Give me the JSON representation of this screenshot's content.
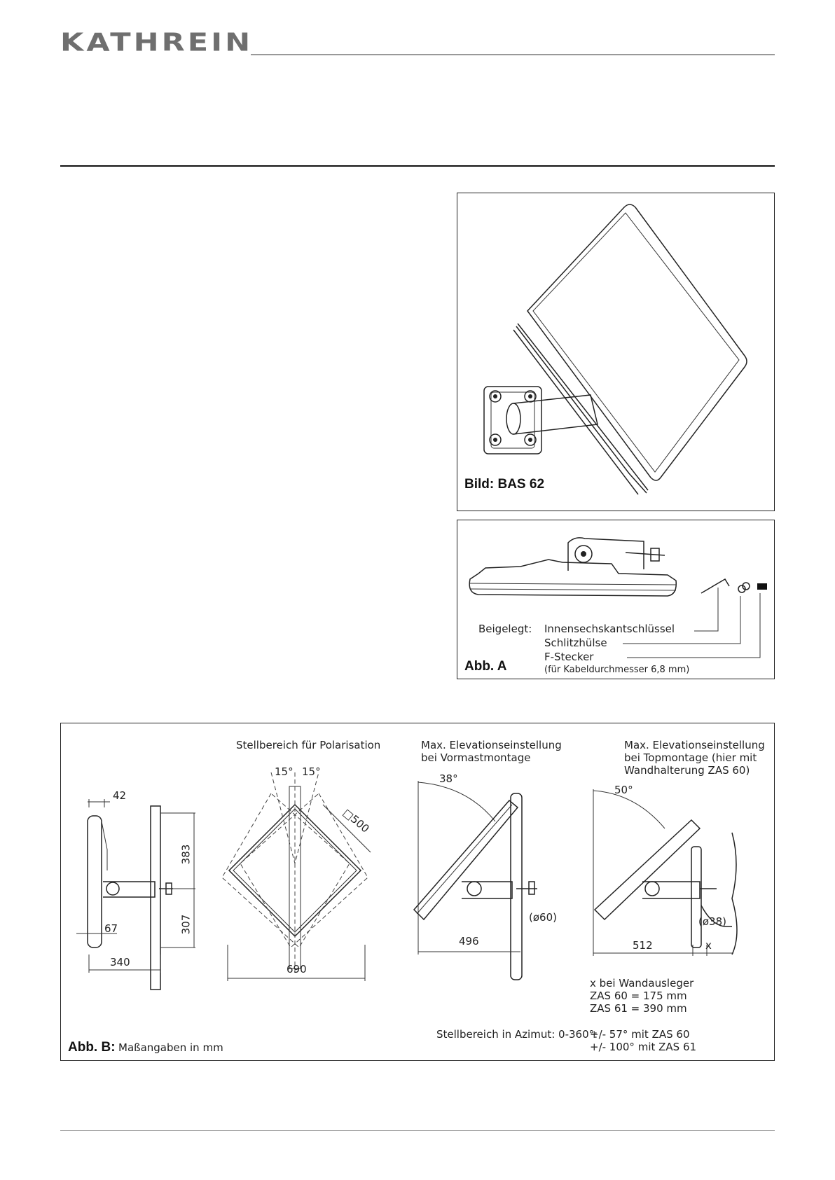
{
  "header": {
    "logo_text": "KATHREIN"
  },
  "figures": {
    "bas62": {
      "caption": "Bild: BAS 62"
    },
    "abb_a": {
      "caption": "Abb. A",
      "included_label": "Beigelegt:",
      "items": [
        "Innensechskantschlüssel",
        "Schlitzhülse",
        "F-Stecker"
      ],
      "note": "(für Kabeldurchmesser 6,8 mm)"
    },
    "abb_b": {
      "caption_bold": "Abb. B:",
      "caption_text": "Maßangaben in mm",
      "side_view": {
        "dim_42": "42",
        "dim_383": "383",
        "dim_307": "307",
        "dim_67": "67",
        "dim_340": "340"
      },
      "polarisation": {
        "title": "Stellbereich für Polarisation",
        "angle_left": "15°",
        "angle_right": "15°",
        "size": "□500",
        "width": "690"
      },
      "pre_mast": {
        "title_line1": "Max. Elevationseinstellung",
        "title_line2": "bei Vormastmontage",
        "angle": "38°",
        "diameter": "(ø60)",
        "width": "496"
      },
      "top_mount": {
        "title_line1": "Max. Elevationseinstellung",
        "title_line2": "bei Topmontage (hier mit",
        "title_line3": "Wandhalterung ZAS 60)",
        "angle": "50°",
        "diameter": "(ø38)",
        "width": "512",
        "x_label": "x"
      },
      "notes": {
        "x_line1": "x bei Wandausleger",
        "x_line2": "ZAS 60 = 175 mm",
        "x_line3": "ZAS 61 = 390 mm",
        "azimuth_label": "Stellbereich in Azimut: 0-360°:",
        "azimuth_line1": "+/-   57° mit ZAS 60",
        "azimuth_line2": "+/- 100° mit ZAS 61"
      }
    }
  }
}
